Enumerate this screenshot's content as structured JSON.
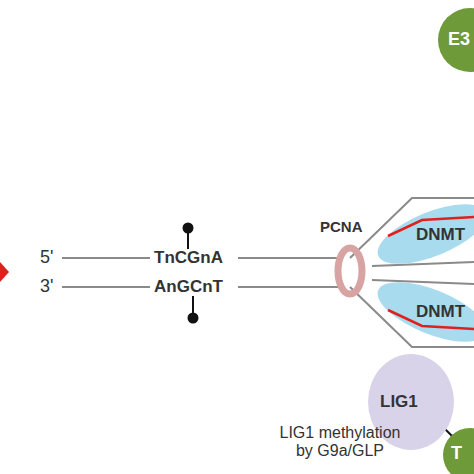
{
  "diagram": {
    "nodes": [
      {
        "text": [
          "E3"
        ]
      },
      {
        "text": [
          "PCNA"
        ]
      },
      {
        "text": [
          "DNMT"
        ]
      },
      {
        "text": [
          "DNMT"
        ]
      },
      {
        "text": [
          "LIG1"
        ]
      },
      {
        "text": [
          "T"
        ]
      }
    ],
    "labels": [
      "5'",
      "3'",
      "TnCGnA",
      "AnGCnT",
      "LIG1 methylation by G9a/GLP"
    ]
  }
}
